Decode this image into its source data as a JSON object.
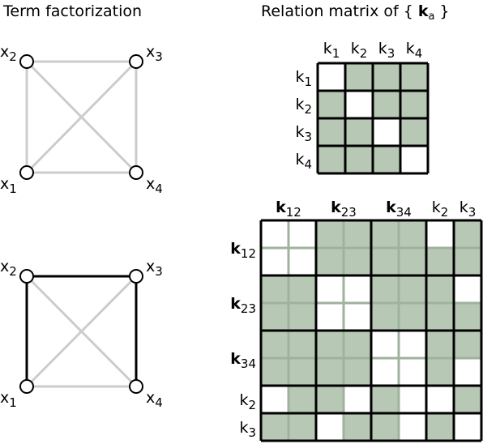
{
  "titles": {
    "left": "Term factorization",
    "right_prefix": "Relation matrix of {",
    "right_symbol": "k",
    "right_sub": "a",
    "right_suffix": "}"
  },
  "graph": {
    "nodes": [
      {
        "id": "x1",
        "base": "x",
        "sub": "1"
      },
      {
        "id": "x2",
        "base": "x",
        "sub": "2"
      },
      {
        "id": "x3",
        "base": "x",
        "sub": "3"
      },
      {
        "id": "x4",
        "base": "x",
        "sub": "4"
      }
    ],
    "top_edges": [
      {
        "from": "x2",
        "to": "x3",
        "style": "light"
      },
      {
        "from": "x3",
        "to": "x4",
        "style": "light"
      },
      {
        "from": "x4",
        "to": "x1",
        "style": "light"
      },
      {
        "from": "x1",
        "to": "x2",
        "style": "light"
      },
      {
        "from": "x1",
        "to": "x3",
        "style": "light"
      },
      {
        "from": "x2",
        "to": "x4",
        "style": "light"
      }
    ],
    "bottom_edges": [
      {
        "from": "x2",
        "to": "x3",
        "style": "dark"
      },
      {
        "from": "x3",
        "to": "x4",
        "style": "dark"
      },
      {
        "from": "x4",
        "to": "x1",
        "style": "light"
      },
      {
        "from": "x1",
        "to": "x2",
        "style": "dark"
      },
      {
        "from": "x1",
        "to": "x3",
        "style": "light"
      },
      {
        "from": "x2",
        "to": "x4",
        "style": "light"
      }
    ]
  },
  "small_matrix": {
    "labels": [
      {
        "base": "k",
        "sub": "1",
        "bold": false
      },
      {
        "base": "k",
        "sub": "2",
        "bold": false
      },
      {
        "base": "k",
        "sub": "3",
        "bold": false
      },
      {
        "base": "k",
        "sub": "4",
        "bold": false
      }
    ],
    "cells": [
      [
        0,
        1,
        1,
        1
      ],
      [
        1,
        0,
        1,
        1
      ],
      [
        1,
        1,
        0,
        1
      ],
      [
        1,
        1,
        1,
        0
      ]
    ]
  },
  "large_matrix": {
    "labels": [
      {
        "base": "k",
        "sub": "12",
        "bold": true,
        "size": 2
      },
      {
        "base": "k",
        "sub": "23",
        "bold": true,
        "size": 2
      },
      {
        "base": "k",
        "sub": "34",
        "bold": true,
        "size": 2
      },
      {
        "base": "k",
        "sub": "2",
        "bold": false,
        "size": 1
      },
      {
        "base": "k",
        "sub": "3",
        "bold": false,
        "size": 1
      }
    ],
    "cells": [
      [
        0,
        0,
        1,
        1,
        1,
        1,
        0,
        1
      ],
      [
        0,
        0,
        1,
        1,
        1,
        1,
        1,
        1
      ],
      [
        1,
        1,
        0,
        0,
        1,
        1,
        1,
        0
      ],
      [
        1,
        1,
        0,
        0,
        1,
        1,
        1,
        1
      ],
      [
        1,
        1,
        1,
        1,
        0,
        0,
        1,
        1
      ],
      [
        1,
        1,
        1,
        1,
        0,
        0,
        1,
        0
      ],
      [
        0,
        1,
        1,
        0,
        1,
        0,
        0,
        1
      ],
      [
        1,
        1,
        0,
        1,
        1,
        0,
        1,
        0
      ]
    ]
  },
  "colors": {
    "filled": "#b7c9b5",
    "blank": "#ffffff",
    "grid_line": "#000000",
    "light_edge": "#cccccc",
    "dark_edge": "#000000"
  }
}
